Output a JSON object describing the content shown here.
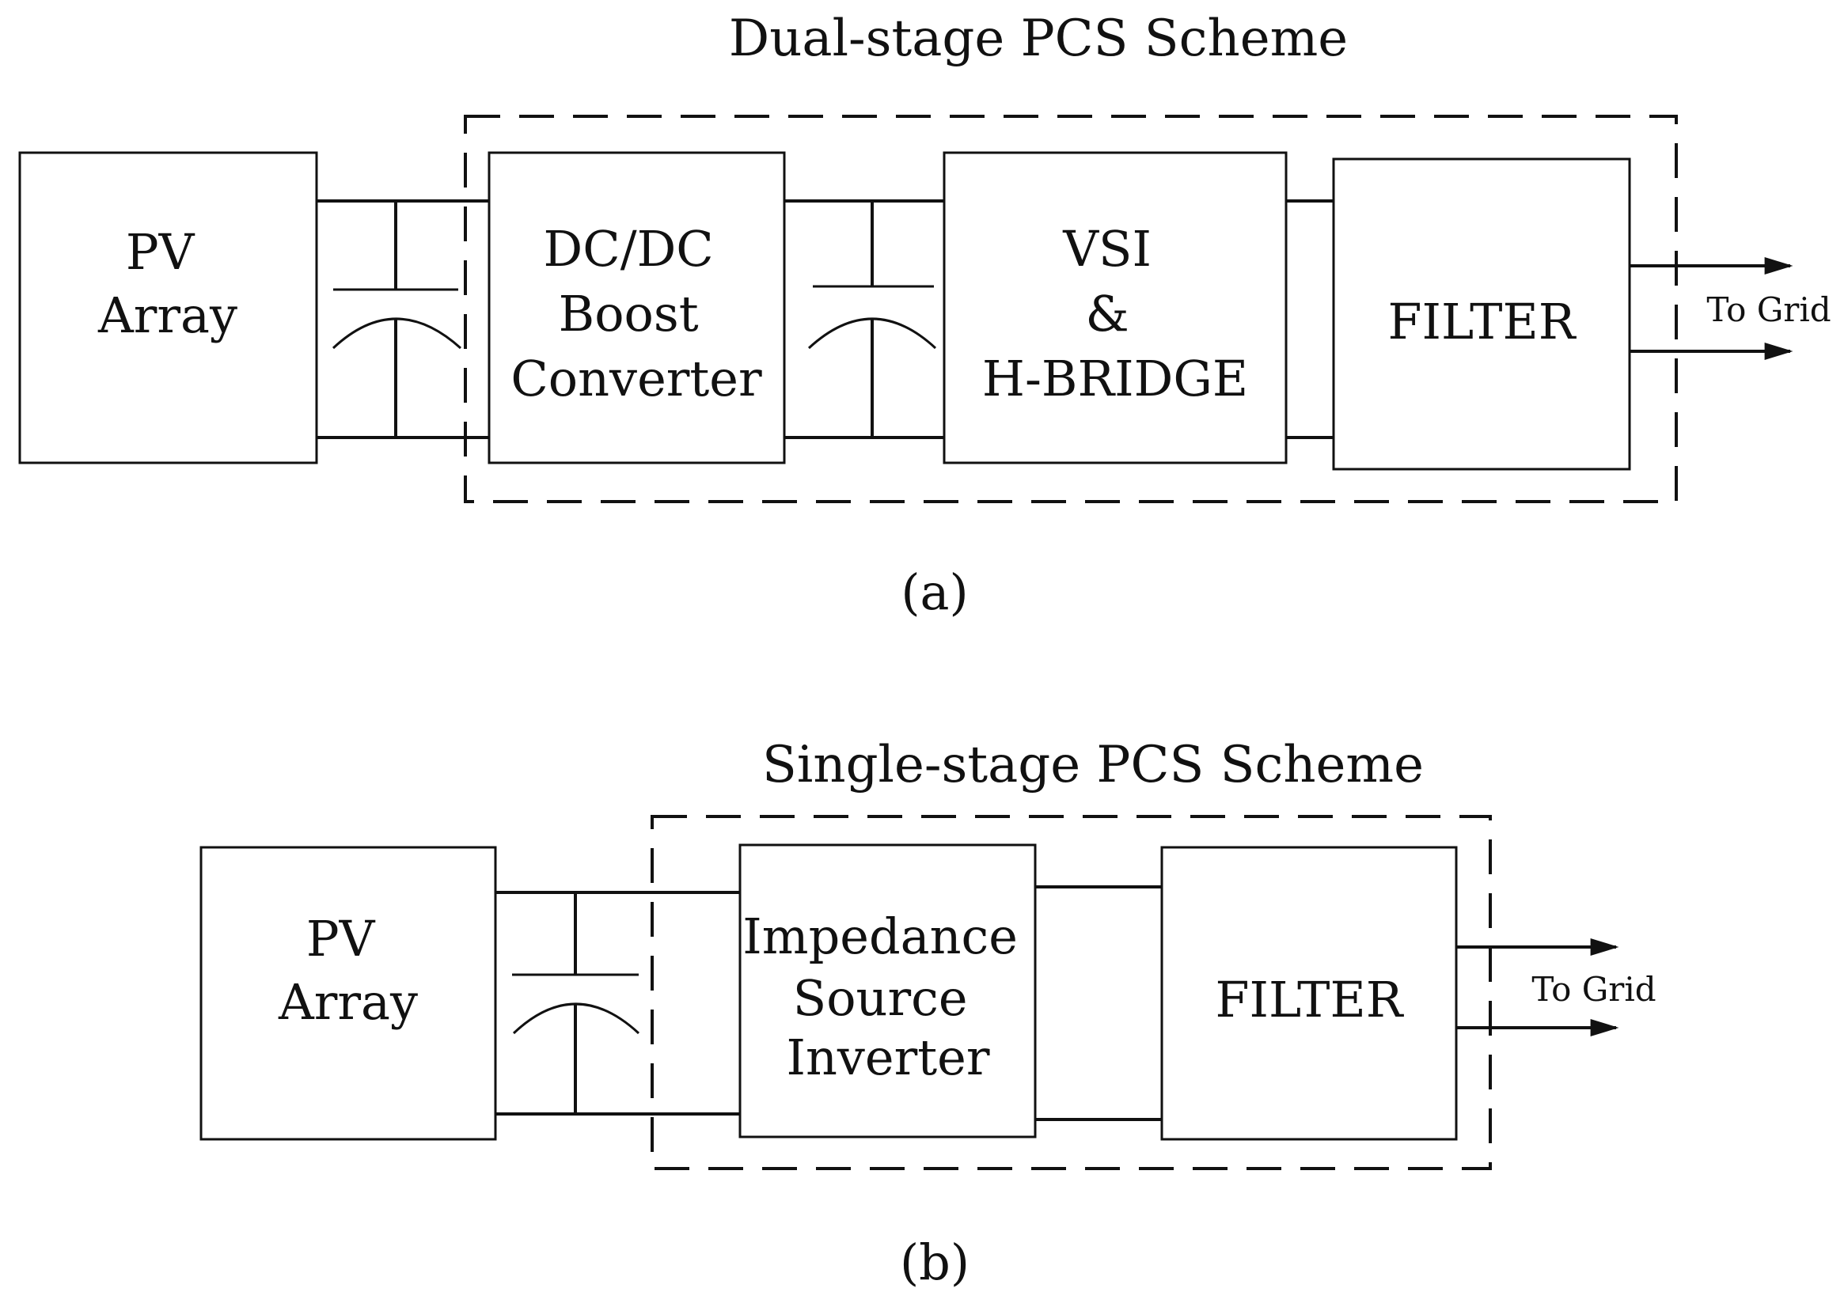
{
  "diagram_a": {
    "scheme_title": "Dual-stage PCS Scheme",
    "pv_array": [
      "PV",
      "Array"
    ],
    "dcdc": [
      "DC/DC",
      "Boost",
      "Converter"
    ],
    "vsi": [
      "VSI",
      "&",
      "H-BRIDGE"
    ],
    "filter": "FILTER",
    "to_grid": "To Grid",
    "caption": "(a)"
  },
  "diagram_b": {
    "scheme_title": "Single-stage PCS Scheme",
    "pv_array": [
      "PV",
      "Array"
    ],
    "zsi": [
      "Impedance",
      "Source",
      "Inverter"
    ],
    "filter": "FILTER",
    "to_grid": "To Grid",
    "caption": "(b)"
  },
  "colors": {
    "stroke": "#111111",
    "background": "#ffffff"
  }
}
